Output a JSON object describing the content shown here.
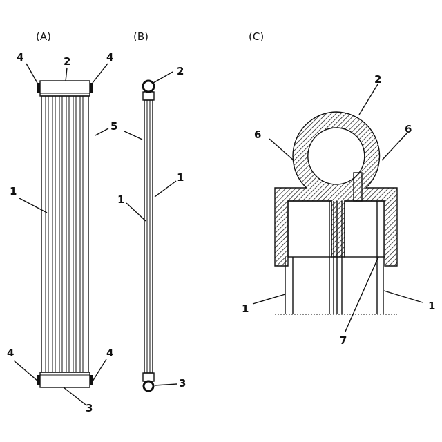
{
  "panels": {
    "a": "(A)",
    "b": "(B)",
    "c": "(C)"
  },
  "labels": {
    "tube": "1",
    "upper_header": "2",
    "lower_header": "3",
    "end_cap": "4",
    "gap": "5",
    "hatched_wall": "6",
    "inner_tube": "7"
  }
}
